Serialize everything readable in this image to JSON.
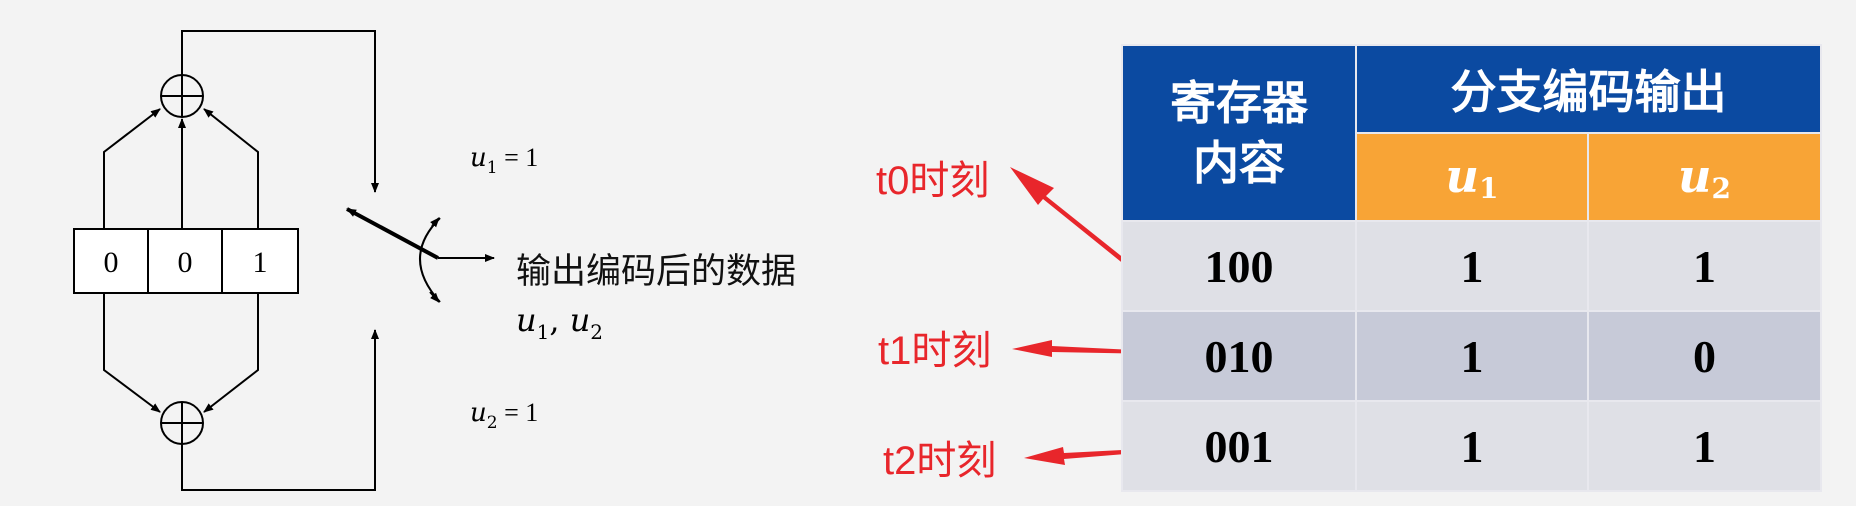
{
  "diagram": {
    "register_cells": [
      "0",
      "0",
      "1"
    ],
    "u1_label": {
      "var": "u",
      "sub": "1",
      "rest": " =  1"
    },
    "u2_label": {
      "var": "u",
      "sub": "2",
      "rest": " =  1"
    },
    "output_text": "输出编码后的数据",
    "output_vars": {
      "a": "u",
      "a_sub": "1",
      "sep": ", ",
      "b": "u",
      "b_sub": "2"
    }
  },
  "annotations": {
    "t0": "t0时刻",
    "t1": "t1时刻",
    "t2": "t2时刻",
    "arrow_color": "#e8262b"
  },
  "table": {
    "header_register": [
      "寄存器",
      "内容"
    ],
    "header_branch": "分支编码输出",
    "sub_headers": [
      {
        "var": "u",
        "sub": "1"
      },
      {
        "var": "u",
        "sub": "2"
      }
    ],
    "rows": [
      {
        "reg": "100",
        "u1": "1",
        "u2": "1"
      },
      {
        "reg": "010",
        "u1": "1",
        "u2": "0"
      },
      {
        "reg": "001",
        "u1": "1",
        "u2": "1"
      }
    ],
    "colors": {
      "blue": "#0b4aa1",
      "orange": "#f8a436",
      "row_light": "#dfe0e6",
      "row_dark": "#c7cad8"
    }
  }
}
